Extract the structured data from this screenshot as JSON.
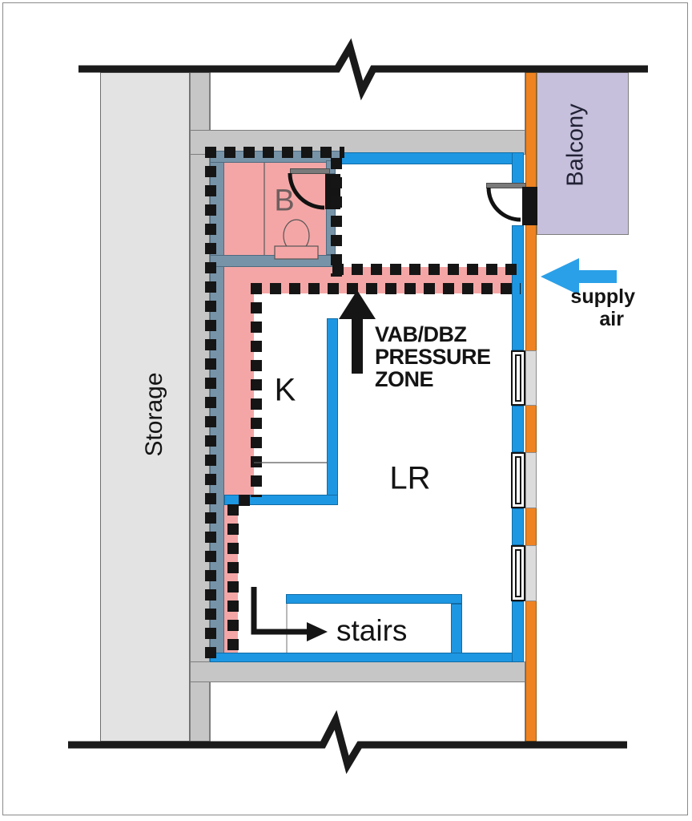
{
  "diagram": {
    "type": "floor-plan",
    "rooms": {
      "storage_label": "Storage",
      "balcony_label": "Balcony",
      "bathroom_label": "B",
      "kitchen_label": "K",
      "living_room_label": "LR",
      "stairs_label": "stairs"
    },
    "annotations": {
      "pressure_zone_line1": "VAB/DBZ",
      "pressure_zone_line2": "PRESSURE",
      "pressure_zone_line3": "ZONE",
      "supply_air_line1": "supply",
      "supply_air_line2": "air"
    },
    "colors": {
      "apartment_wall_blue": "#1e97e2",
      "bathroom_wall_slate": "#7793a8",
      "pressure_zone_pink": "#f4a6a6",
      "exterior_strip_orange": "#ef8322",
      "balcony_lavender": "#c6c0dc",
      "building_wall_gray": "#c6c6c6",
      "storage_gray": "#e3e3e3",
      "window_slab_gray": "#dcdcdc",
      "boundary_dots_black": "#151515",
      "supply_arrow_blue": "#2aa0e8",
      "bathroom_label_color": "#6e5e5e"
    }
  }
}
